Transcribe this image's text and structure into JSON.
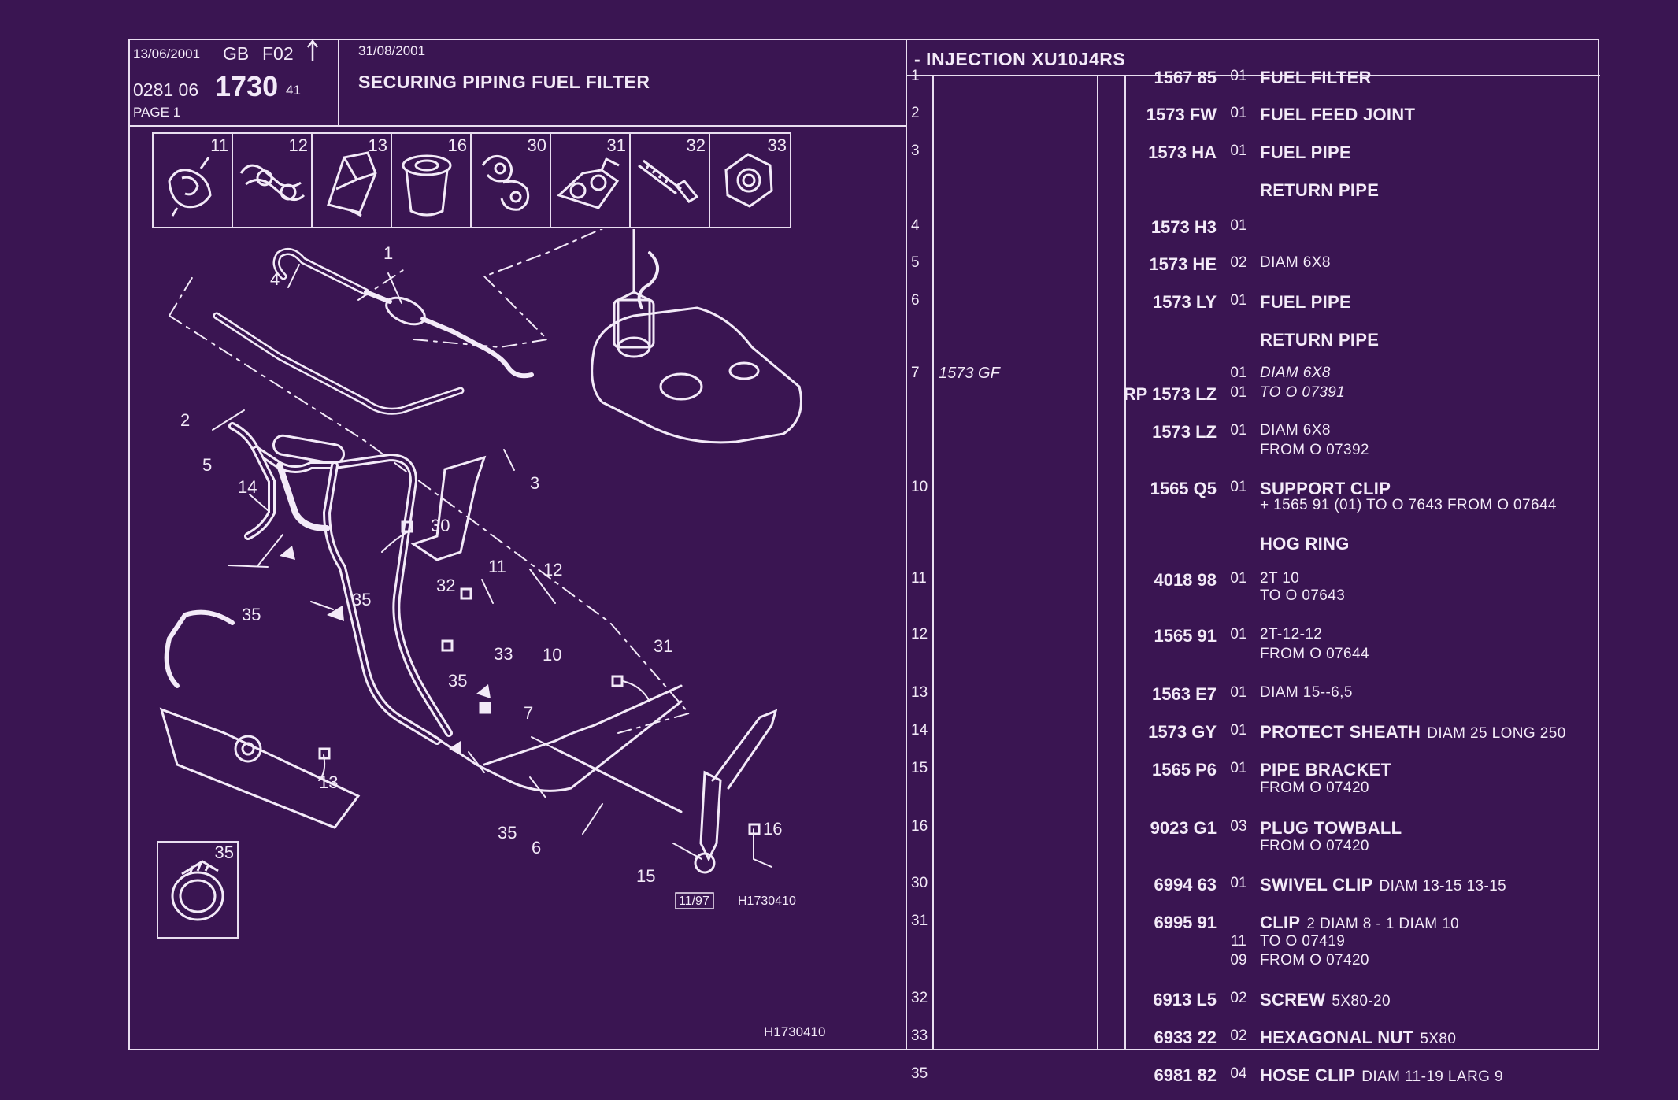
{
  "header": {
    "date_left": "13/06/2001",
    "country": "GB",
    "code": "F02",
    "arrow": "up-arrow-icon",
    "doc_prefix": "0281 06",
    "doc_main": "1730",
    "doc_suffix": "41",
    "page": "PAGE  1",
    "date_right": "31/08/2001",
    "title": "SECURING PIPING FUEL FILTER",
    "section": "- INJECTION XU10J4RS"
  },
  "thumbnails": [
    "11",
    "12",
    "13",
    "16",
    "30",
    "31",
    "32",
    "33"
  ],
  "inset_label": "35",
  "diagram": {
    "callouts": [
      "1",
      "2",
      "3",
      "4",
      "5",
      "6",
      "7",
      "10",
      "11",
      "12",
      "13",
      "14",
      "15",
      "16",
      "30",
      "31",
      "32",
      "33",
      "35",
      "35",
      "35",
      "35"
    ],
    "ref_box": "11/97",
    "ref_code": "H1730410"
  },
  "footer_code": "H1730410",
  "parts": [
    {
      "idx": "1",
      "ref": "1567 85",
      "qty": "01",
      "name": "FUEL FILTER"
    },
    {
      "idx": "2",
      "ref": "1573 FW",
      "qty": "01",
      "name": "FUEL FEED JOINT"
    },
    {
      "idx": "3",
      "ref": "1573 HA",
      "qty": "01",
      "name": "FUEL PIPE"
    },
    {
      "idx": "",
      "ref": "",
      "qty": "",
      "name": "RETURN PIPE"
    },
    {
      "idx": "4",
      "ref": "1573 H3",
      "qty": "01",
      "name": ""
    },
    {
      "idx": "5",
      "ref": "1573 HE",
      "qty": "02",
      "desc": "DIAM 6X8"
    },
    {
      "idx": "6",
      "ref": "1573 LY",
      "qty": "01",
      "name": "FUEL PIPE"
    },
    {
      "idx": "",
      "ref": "",
      "qty": "",
      "name": "RETURN PIPE"
    },
    {
      "idx": "7",
      "alt": "1573 GF",
      "qty": "01",
      "desc": "DIAM 6X8"
    },
    {
      "idx": "",
      "ref": "RP  1573 LZ",
      "qty": "01",
      "desc": "TO  O  07391"
    },
    {
      "idx": "",
      "ref": "1573 LZ",
      "qty": "01",
      "desc": "DIAM 6X8"
    },
    {
      "idx": "",
      "ref": "",
      "qty": "",
      "desc": "FROM  O  07392"
    },
    {
      "idx": "10",
      "ref": "1565 Q5",
      "qty": "01",
      "name": "SUPPORT CLIP"
    },
    {
      "idx": "",
      "ref": "",
      "qty": "",
      "desc": " +  1565 91 (01) TO  O  7643 FROM  O  07644"
    },
    {
      "idx": "",
      "ref": "",
      "qty": "",
      "name": "HOG RING"
    },
    {
      "idx": "11",
      "ref": "4018 98",
      "qty": "01",
      "desc": "2T 10"
    },
    {
      "idx": "",
      "ref": "",
      "qty": "",
      "desc": "TO  O  07643"
    },
    {
      "idx": "12",
      "ref": "1565 91",
      "qty": "01",
      "desc": "2T-12-12"
    },
    {
      "idx": "",
      "ref": "",
      "qty": "",
      "desc": "FROM  O  07644"
    },
    {
      "idx": "13",
      "ref": "1563 E7",
      "qty": "01",
      "desc": "DIAM 15--6,5"
    },
    {
      "idx": "14",
      "ref": "1573 GY",
      "qty": "01",
      "name": "PROTECT SHEATH",
      "inline": "DIAM 25 LONG 250"
    },
    {
      "idx": "15",
      "ref": "1565 P6",
      "qty": "01",
      "name": "PIPE BRACKET"
    },
    {
      "idx": "",
      "ref": "",
      "qty": "",
      "desc": "FROM  O  07420"
    },
    {
      "idx": "16",
      "ref": "9023 G1",
      "qty": "03",
      "name": "PLUG TOWBALL"
    },
    {
      "idx": "",
      "ref": "",
      "qty": "",
      "desc": "FROM  O  07420"
    },
    {
      "idx": "30",
      "ref": "6994 63",
      "qty": "01",
      "name": "SWIVEL CLIP",
      "inline": "DIAM 13-15 13-15"
    },
    {
      "idx": "31",
      "ref": "6995 91",
      "qty": "",
      "name": "CLIP",
      "inline": "2 DIAM 8 - 1 DIAM 10"
    },
    {
      "idx": "",
      "ref": "",
      "qty": "11",
      "desc": "TO  O  07419"
    },
    {
      "idx": "",
      "ref": "",
      "qty": "09",
      "desc": "FROM  O  07420"
    },
    {
      "idx": "32",
      "ref": "6913 L5",
      "qty": "02",
      "name": "SCREW",
      "inline": "5X80-20"
    },
    {
      "idx": "33",
      "ref": "6933 22",
      "qty": "02",
      "name": "HEXAGONAL NUT",
      "inline": "5X80"
    },
    {
      "idx": "35",
      "ref": "6981 82",
      "qty": "04",
      "name": "HOSE CLIP",
      "inline": "DIAM 11-19 LARG 9"
    }
  ]
}
